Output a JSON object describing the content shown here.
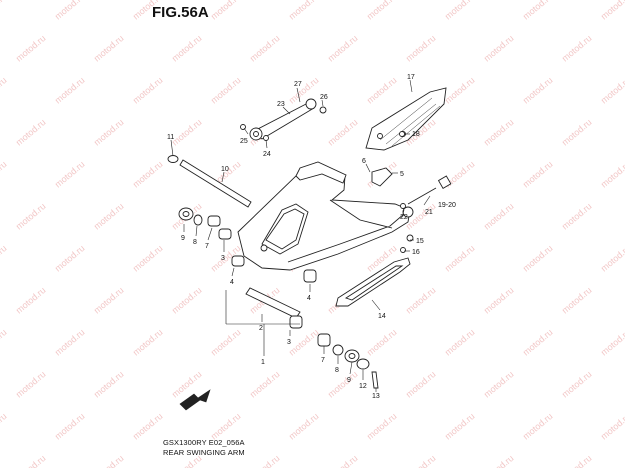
{
  "figure": {
    "title": "FIG.56A",
    "model_code": "GSX1300RY E02_056A",
    "caption": "REAR SWINGING ARM"
  },
  "watermark": {
    "text": "motod.ru",
    "color": "#f2c7c7"
  },
  "callouts": [
    {
      "id": "c27",
      "label": "27"
    },
    {
      "id": "c23",
      "label": "23"
    },
    {
      "id": "c26",
      "label": "26"
    },
    {
      "id": "c25",
      "label": "25"
    },
    {
      "id": "c24",
      "label": "24"
    },
    {
      "id": "c17",
      "label": "17"
    },
    {
      "id": "c18",
      "label": "18"
    },
    {
      "id": "c11",
      "label": "11"
    },
    {
      "id": "c10",
      "label": "10"
    },
    {
      "id": "c6",
      "label": "6"
    },
    {
      "id": "c5",
      "label": "5"
    },
    {
      "id": "c21",
      "label": "21"
    },
    {
      "id": "c22",
      "label": "22"
    },
    {
      "id": "c1920",
      "label": "19-20"
    },
    {
      "id": "c9a",
      "label": "9"
    },
    {
      "id": "c8a",
      "label": "8"
    },
    {
      "id": "c7a",
      "label": "7"
    },
    {
      "id": "c3a",
      "label": "3"
    },
    {
      "id": "c4a",
      "label": "4"
    },
    {
      "id": "c15",
      "label": "15"
    },
    {
      "id": "c16",
      "label": "16"
    },
    {
      "id": "c14",
      "label": "14"
    },
    {
      "id": "c4b",
      "label": "4"
    },
    {
      "id": "c2",
      "label": "2"
    },
    {
      "id": "c3b",
      "label": "3"
    },
    {
      "id": "c1",
      "label": "1"
    },
    {
      "id": "c7b",
      "label": "7"
    },
    {
      "id": "c8b",
      "label": "8"
    },
    {
      "id": "c9b",
      "label": "9"
    },
    {
      "id": "c12",
      "label": "12"
    },
    {
      "id": "c13",
      "label": "13"
    }
  ]
}
